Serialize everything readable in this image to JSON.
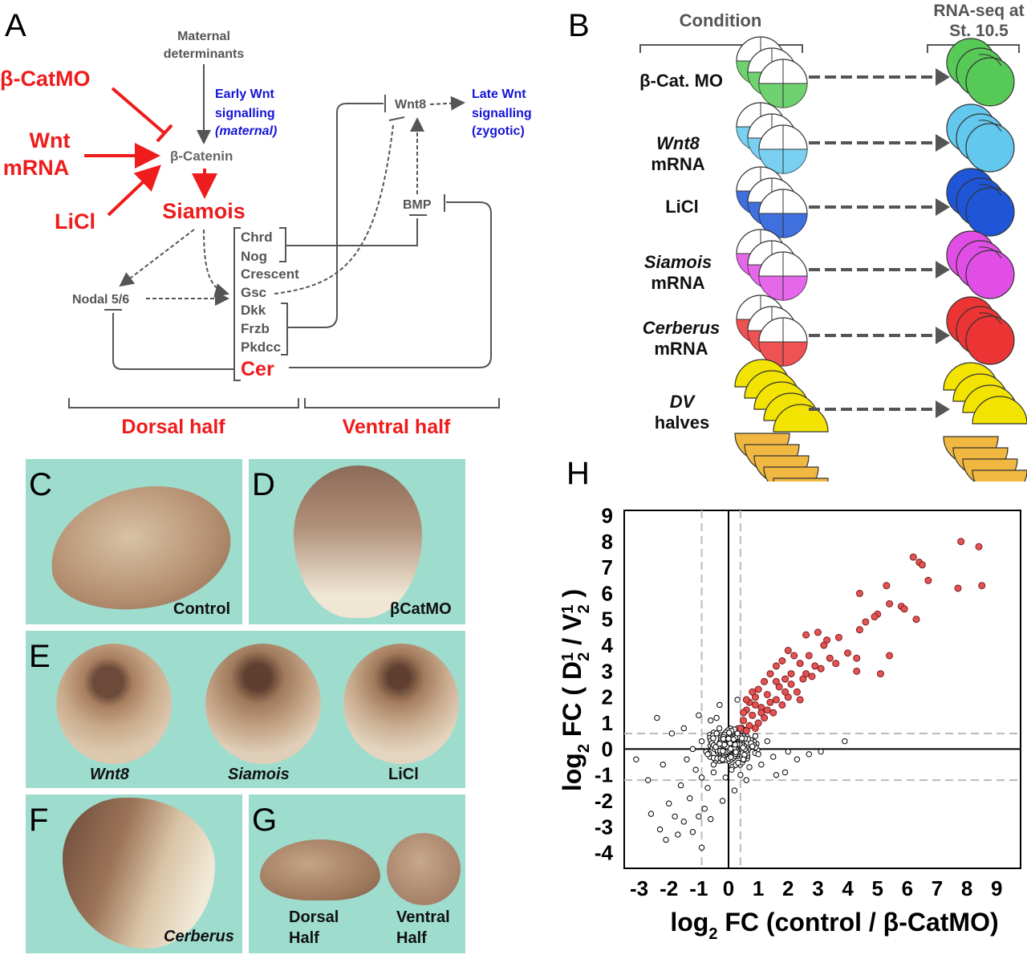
{
  "panels": {
    "A": "A",
    "B": "B",
    "C": "C",
    "D": "D",
    "E": "E",
    "F": "F",
    "G": "G",
    "H": "H"
  },
  "panelA": {
    "maternal_1": "Maternal",
    "maternal_2": "determinants",
    "early_wnt_1": "Early Wnt",
    "early_wnt_2": "signalling",
    "early_wnt_3": "(maternal)",
    "late_wnt_1": "Late Wnt",
    "late_wnt_2": "signalling",
    "late_wnt_3": "(zygotic)",
    "bcatmo": "β-CatMO",
    "wnt": "Wnt",
    "mrna": "mRNA",
    "licl": "LiCl",
    "bcatenin": "β-Catenin",
    "siamois": "Siamois",
    "wnt8": "Wnt8",
    "bmp": "BMP",
    "nodal": "Nodal 5/6",
    "genes": [
      "Chrd",
      "Nog",
      "Crescent",
      "Gsc",
      "Dkk",
      "Frzb",
      "Pkdcc"
    ],
    "cer": "Cer",
    "dorsal_half": "Dorsal half",
    "ventral_half": "Ventral half",
    "colors": {
      "red": "#ee1c1c",
      "blue": "#1414d8",
      "grey": "#555555"
    }
  },
  "panelB": {
    "condition": "Condition",
    "rnaseq_1": "RNA-seq at",
    "rnaseq_2": "St. 10.5",
    "rows": [
      {
        "line1": "β-Cat. MO",
        "line2": "",
        "italic": false,
        "color": "#57c957"
      },
      {
        "line1": "Wnt8",
        "line2": "mRNA",
        "italic": true,
        "color": "#62c8ee"
      },
      {
        "line1": "LiCl",
        "line2": "",
        "italic": false,
        "color": "#1f56d8"
      },
      {
        "line1": "Siamois",
        "line2": "mRNA",
        "italic": true,
        "color": "#e04ee6"
      },
      {
        "line1": "Cerberus",
        "line2": "mRNA",
        "italic": true,
        "color": "#ec3434"
      },
      {
        "line1": "DV",
        "line2": "halves",
        "italic": true,
        "color": "#f2e300"
      }
    ]
  },
  "photos": {
    "C": {
      "caption": "Control"
    },
    "D": {
      "caption": "βCatMO"
    },
    "E": {
      "captions": [
        "Wnt8",
        "Siamois",
        "LiCl"
      ]
    },
    "F": {
      "caption": "Cerberus"
    },
    "G": {
      "caption1_1": "Dorsal",
      "caption1_2": "Half",
      "caption2_1": "Ventral",
      "caption2_2": "Half"
    },
    "bg_color": "#9edcce"
  },
  "chart_data": {
    "type": "scatter",
    "xlabel": "log2 FC (control / β-CatMO)",
    "ylabel": "log2 FC ( D1/2 / V1/2 )",
    "xlim": [
      -3.5,
      9.8
    ],
    "ylim": [
      -4.6,
      9.2
    ],
    "x_ticks": [
      -3,
      -2,
      -1,
      0,
      1,
      2,
      3,
      4,
      5,
      6,
      7,
      8,
      9
    ],
    "y_ticks": [
      9,
      8,
      7,
      6,
      5,
      4,
      3,
      2,
      1,
      0,
      -1,
      -2,
      -3,
      -4
    ],
    "threshold_lines": {
      "x": [
        -0.9,
        0.4
      ],
      "y": [
        0.6,
        -1.2
      ]
    },
    "series": [
      {
        "color": "#e45353",
        "points": [
          [
            7.8,
            8.0
          ],
          [
            8.4,
            7.8
          ],
          [
            6.2,
            7.4
          ],
          [
            6.4,
            7.2
          ],
          [
            6.5,
            7.1
          ],
          [
            4.4,
            6.0
          ],
          [
            5.3,
            6.3
          ],
          [
            6.7,
            6.5
          ],
          [
            7.7,
            6.2
          ],
          [
            8.5,
            6.3
          ],
          [
            5.4,
            5.6
          ],
          [
            5.8,
            5.5
          ],
          [
            5.9,
            5.4
          ],
          [
            6.3,
            5.0
          ],
          [
            5.0,
            5.2
          ],
          [
            4.9,
            5.1
          ],
          [
            4.6,
            4.9
          ],
          [
            4.4,
            4.6
          ],
          [
            5.4,
            3.6
          ],
          [
            4.3,
            3.0
          ],
          [
            5.1,
            2.9
          ],
          [
            4.0,
            3.7
          ],
          [
            4.3,
            3.5
          ],
          [
            3.7,
            4.3
          ],
          [
            3.3,
            4.2
          ],
          [
            3.0,
            4.5
          ],
          [
            2.6,
            4.4
          ],
          [
            2.0,
            3.8
          ],
          [
            2.2,
            3.6
          ],
          [
            2.4,
            3.3
          ],
          [
            2.9,
            3.2
          ],
          [
            3.1,
            3.1
          ],
          [
            2.8,
            2.8
          ],
          [
            1.8,
            3.4
          ],
          [
            1.6,
            3.2
          ],
          [
            1.4,
            2.9
          ],
          [
            1.9,
            2.7
          ],
          [
            2.1,
            2.5
          ],
          [
            1.2,
            2.6
          ],
          [
            1.0,
            2.3
          ],
          [
            0.9,
            2.0
          ],
          [
            1.3,
            2.1
          ],
          [
            1.6,
            1.9
          ],
          [
            2.0,
            2.0
          ],
          [
            0.7,
            1.8
          ],
          [
            0.6,
            1.5
          ],
          [
            0.8,
            1.3
          ],
          [
            1.1,
            1.6
          ],
          [
            1.5,
            1.4
          ],
          [
            0.5,
            1.1
          ],
          [
            0.7,
            0.9
          ],
          [
            1.0,
            1.0
          ],
          [
            0.4,
            0.8
          ],
          [
            0.6,
            0.7
          ],
          [
            1.2,
            1.2
          ],
          [
            1.8,
            1.7
          ],
          [
            2.3,
            2.2
          ],
          [
            2.6,
            2.9
          ],
          [
            3.4,
            3.5
          ],
          [
            1.7,
            2.4
          ],
          [
            0.9,
            1.7
          ],
          [
            0.5,
            1.4
          ],
          [
            1.4,
            1.8
          ],
          [
            2.5,
            2.7
          ],
          [
            3.6,
            3.3
          ],
          [
            2.1,
            2.9
          ],
          [
            1.3,
            1.5
          ],
          [
            0.8,
            2.2
          ],
          [
            0.6,
            1.9
          ],
          [
            1.9,
            2.2
          ],
          [
            2.4,
            1.9
          ],
          [
            1.1,
            1.4
          ],
          [
            3.2,
            4.0
          ],
          [
            0.9,
            0.8
          ],
          [
            2.7,
            3.6
          ],
          [
            1.6,
            2.6
          ]
        ]
      },
      {
        "color": "#ffffff",
        "points": [
          [
            -2.4,
            1.2
          ],
          [
            -2.7,
            -1.2
          ],
          [
            -3.1,
            -0.4
          ],
          [
            -2.0,
            -2.1
          ],
          [
            -2.3,
            -3.1
          ],
          [
            -2.6,
            -2.5
          ],
          [
            -1.5,
            -2.8
          ],
          [
            -1.2,
            -3.2
          ],
          [
            -0.9,
            -3.8
          ],
          [
            -2.1,
            -3.5
          ],
          [
            -1.8,
            -2.6
          ],
          [
            -1.3,
            -1.9
          ],
          [
            -0.8,
            -2.3
          ],
          [
            -1.6,
            -1.4
          ],
          [
            -0.7,
            -1.5
          ],
          [
            -1.1,
            -0.8
          ],
          [
            -0.5,
            -0.9
          ],
          [
            -1.4,
            -0.4
          ],
          [
            -0.9,
            0.3
          ],
          [
            -0.4,
            0.6
          ],
          [
            -0.6,
            1.1
          ],
          [
            -1.0,
            1.3
          ],
          [
            -0.3,
            1.7
          ],
          [
            0.3,
            1.9
          ],
          [
            -1.9,
            0.6
          ],
          [
            -2.2,
            -0.6
          ],
          [
            1.1,
            -0.6
          ],
          [
            1.5,
            -0.3
          ],
          [
            1.9,
            -0.9
          ],
          [
            2.3,
            -0.4
          ],
          [
            2.7,
            -0.2
          ],
          [
            3.1,
            -0.1
          ],
          [
            3.9,
            0.3
          ],
          [
            1.3,
            0.3
          ],
          [
            0.6,
            -1.2
          ],
          [
            0.2,
            -1.6
          ],
          [
            -0.2,
            -2.0
          ],
          [
            -0.6,
            -2.7
          ],
          [
            -1.7,
            -3.3
          ],
          [
            -1.0,
            -2.6
          ],
          [
            0.1,
            -0.8
          ],
          [
            0.5,
            -0.4
          ],
          [
            0.8,
            0.1
          ],
          [
            -0.2,
            -0.4
          ],
          [
            -0.3,
            0.2
          ],
          [
            0.0,
            0.4
          ],
          [
            0.3,
            0.6
          ],
          [
            -0.7,
            -0.2
          ],
          [
            -0.5,
            -0.6
          ],
          [
            0.7,
            -0.7
          ],
          [
            1.0,
            -0.2
          ],
          [
            -0.1,
            -1.1
          ],
          [
            0.4,
            -1.0
          ],
          [
            -1.2,
            0.0
          ],
          [
            -0.9,
            -1.1
          ],
          [
            -1.5,
            0.8
          ],
          [
            0.9,
            0.5
          ],
          [
            -0.4,
            1.2
          ],
          [
            2.0,
            -0.1
          ],
          [
            1.6,
            -1.0
          ]
        ]
      }
    ]
  }
}
